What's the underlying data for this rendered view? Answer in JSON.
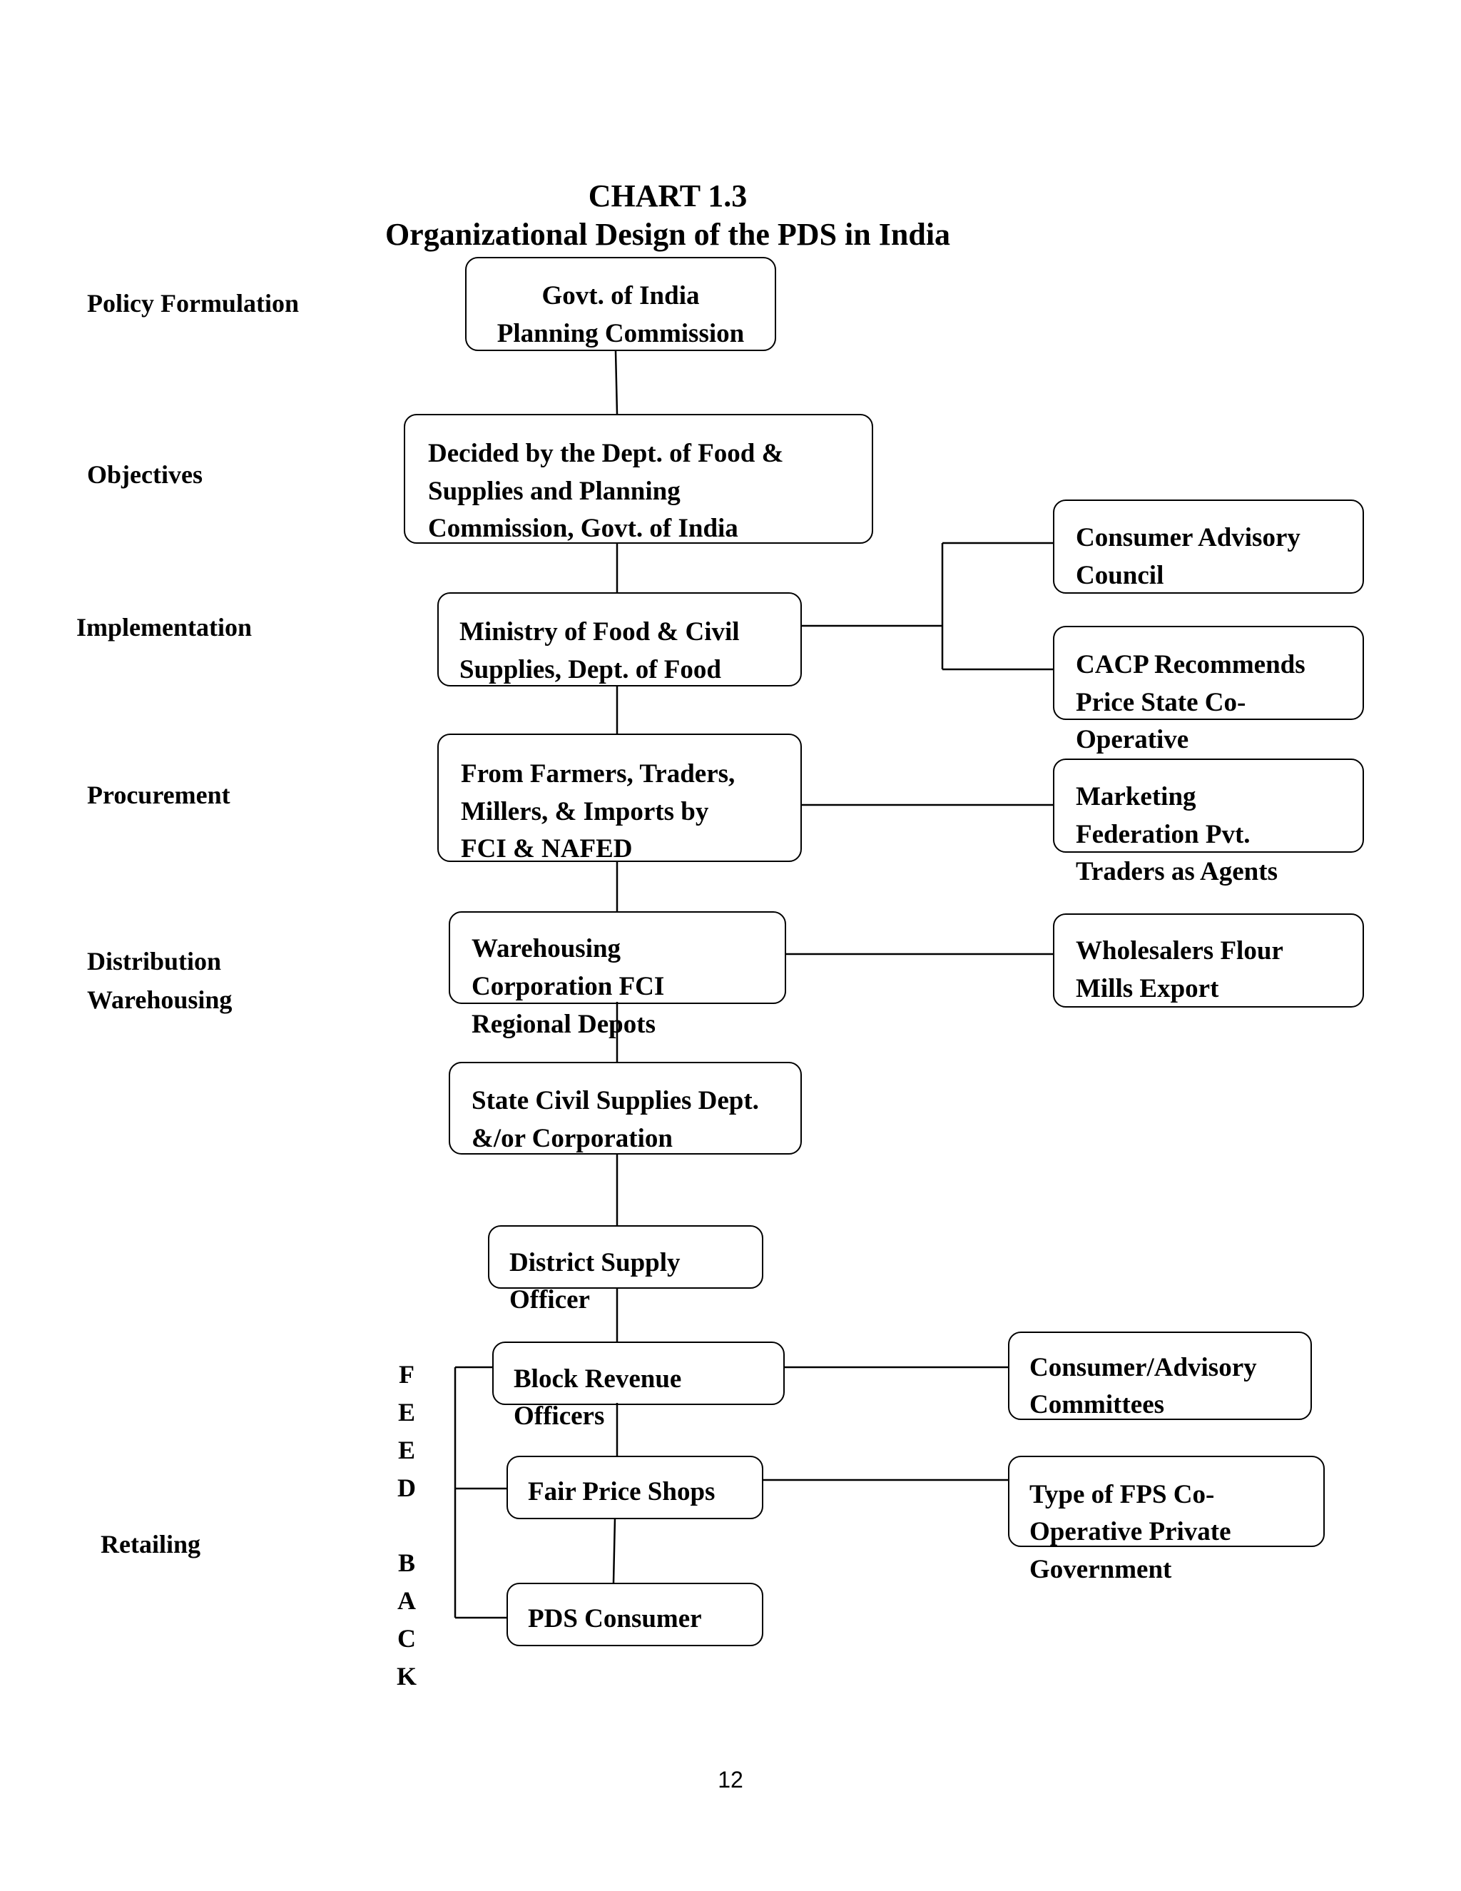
{
  "header": {
    "chart_label": "CHART 1.3",
    "title": "Organizational Design of the PDS in India"
  },
  "stages": {
    "policy": "Policy Formulation",
    "objectives": "Objectives",
    "implementation": "Implementation",
    "procurement": "Procurement",
    "distribution_1": "Distribution",
    "distribution_2": "Warehousing",
    "retailing": "Retailing"
  },
  "boxes": {
    "govt": [
      "Govt. of India",
      "Planning Commission"
    ],
    "objectives": [
      "Decided by the Dept. of Food &",
      "Supplies and Planning",
      "Commission, Govt. of India"
    ],
    "ministry": [
      "Ministry of Food & Civil",
      "Supplies, Dept. of Food"
    ],
    "procurement": [
      "From Farmers, Traders,",
      "Millers, & Imports by",
      "FCI & NAFED"
    ],
    "warehousing": [
      "Warehousing",
      "Corporation FCI",
      "Regional Depots"
    ],
    "state": [
      "State Civil Supplies Dept.",
      "&/or Corporation"
    ],
    "district": [
      "District Supply",
      "Officer"
    ],
    "block": [
      "Block Revenue",
      "Officers"
    ],
    "fps": [
      "Fair Price Shops"
    ],
    "consumer": [
      "PDS Consumer"
    ],
    "consumer_advisory_council": [
      "Consumer Advisory",
      "Council"
    ],
    "cacp": [
      "CACP Recommends",
      "Price State Co-",
      "Operative"
    ],
    "marketing": [
      "Marketing",
      "Federation Pvt.",
      "Traders as Agents"
    ],
    "wholesalers": [
      "Wholesalers Flour",
      "Mills Export"
    ],
    "consumer_committees": [
      "Consumer/Advisory",
      "Committees"
    ],
    "fps_type": [
      "Type of FPS Co-",
      "Operative Private",
      "Government"
    ]
  },
  "feedback_letters": [
    "F",
    "E",
    "E",
    "D",
    "",
    "B",
    "A",
    "C",
    "K"
  ],
  "page_number": "12"
}
